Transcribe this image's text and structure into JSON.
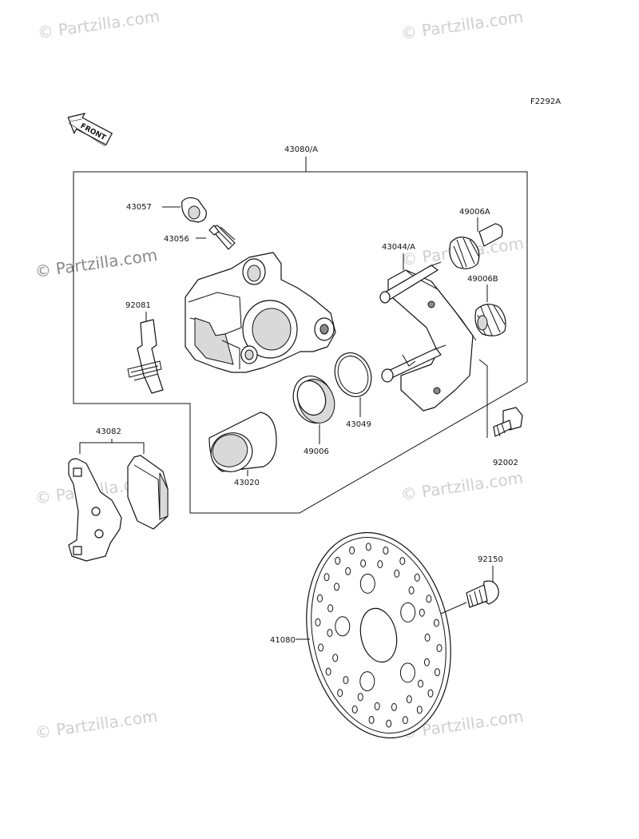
{
  "diagram": {
    "figure_code": "F2292A",
    "front_arrow_text": "FRONT",
    "part_labels": {
      "caliper_assembly": "43080/A",
      "p43057": "43057",
      "p43056": "43056",
      "p92081": "92081",
      "p43044": "43044/A",
      "p49006A": "49006A",
      "p49006B": "49006B",
      "p43049": "43049",
      "p49006": "49006",
      "p43020": "43020",
      "p92002": "92002",
      "p43082": "43082",
      "p92150": "92150",
      "p41080": "41080"
    }
  },
  "watermark": {
    "text": "© Partzilla.com"
  }
}
